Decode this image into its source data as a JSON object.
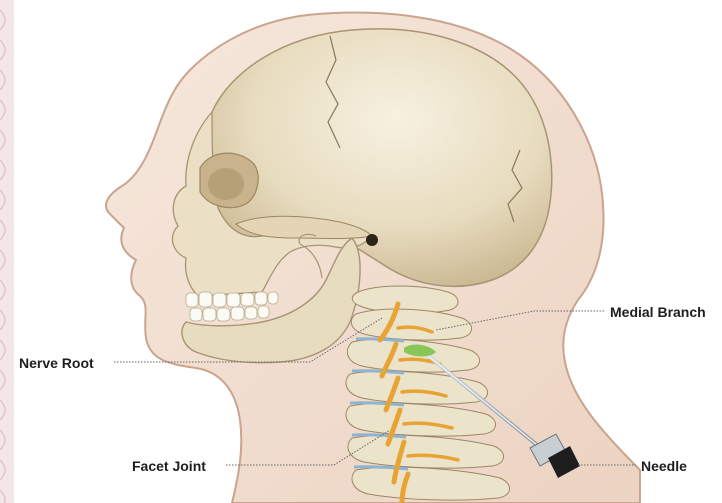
{
  "labels": {
    "nerve_root": "Nerve Root",
    "facet_joint": "Facet Joint",
    "medial_branch": "Medial Branch",
    "needle": "Needle"
  },
  "colors": {
    "skin": "#f0ddd0",
    "skin_outline": "#c9a48e",
    "bone": "#ece3cb",
    "bone_shadow": "#b9a986",
    "nerve": "#e8a335",
    "disc": "#8fb4cf",
    "needle_tip": "#7fc24a",
    "leader_line": "#666666",
    "border_pattern": "#e7d8d8"
  }
}
